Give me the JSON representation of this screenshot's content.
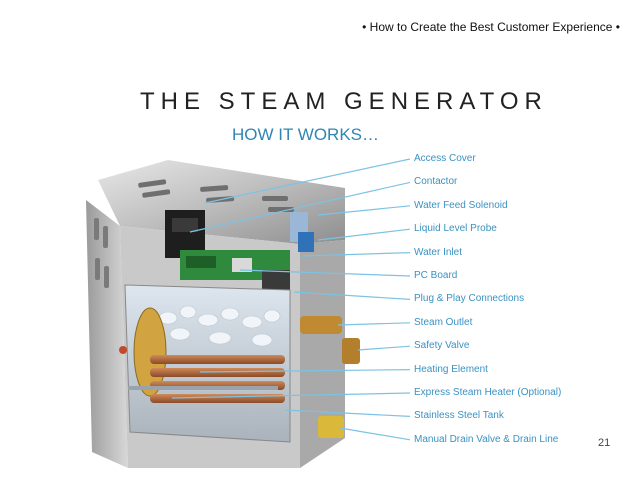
{
  "header": {
    "bullet_text": "•  How to Create the Best Customer Experience  •"
  },
  "slide": {
    "title": "THE STEAM GENERATOR",
    "subtitle": "HOW IT WORKS…",
    "page_number": "21"
  },
  "components": [
    "Access Cover",
    "Contactor",
    "Water Feed Solenoid",
    "Liquid Level Probe",
    "Water Inlet",
    "PC Board",
    "Plug & Play Connections",
    "Steam Outlet",
    "Safety Valve",
    "Heating Element",
    "Express Steam Heater (Optional)",
    "Stainless Steel Tank",
    "Manual Drain Valve & Drain Line"
  ],
  "colors": {
    "accent": "#2e86b5",
    "label": "#3a92c2",
    "leader_line": "#7cc3e3"
  }
}
